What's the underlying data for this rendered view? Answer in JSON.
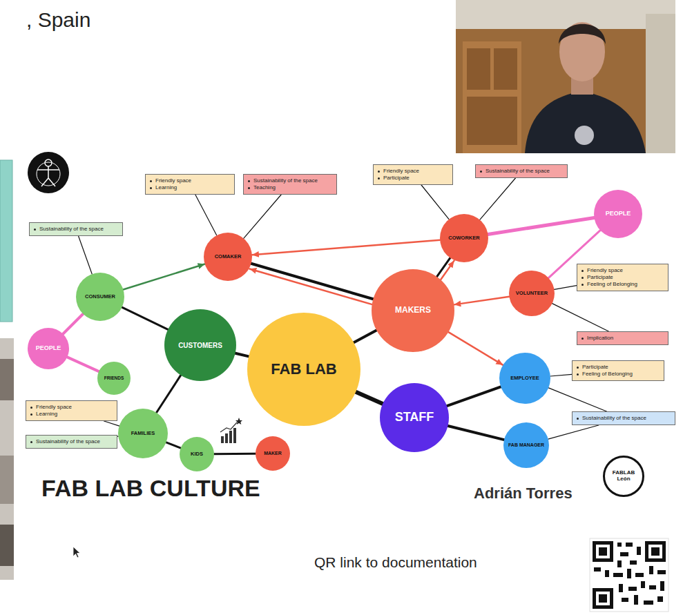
{
  "diagram": {
    "title": ", Spain",
    "nodes": [
      {
        "text": [
          "Friendly space",
          "Learning"
        ]
      },
      {
        "text": [
          "Sustainability of the space",
          "Teaching"
        ]
      },
      {
        "text": [
          "Friendly space",
          "Participate"
        ]
      },
      {
        "text": [
          "Sustainability of the space"
        ]
      },
      {
        "text": [
          "PEOPLE"
        ]
      },
      {
        "text": [
          "Sustainability of the space"
        ]
      },
      {
        "text": [
          "COWORKER"
        ]
      },
      {
        "text": [
          "COMAKER"
        ]
      },
      {
        "text": [
          "VOLUNTEER"
        ]
      },
      {
        "text": [
          "Friendly space",
          "Participate",
          "Feeling of Belonging"
        ]
      },
      {
        "text": [
          "CONSUMER"
        ]
      },
      {
        "text": [
          "MAKERS"
        ]
      },
      {
        "text": [
          "Implication"
        ]
      },
      {
        "text": [
          "CUSTOMERS"
        ]
      },
      {
        "text": [
          "PEOPLE"
        ]
      },
      {
        "text": [
          "FAB LAB"
        ]
      },
      {
        "text": [
          "Participate",
          "Feeling of Belonging"
        ]
      },
      {
        "text": [
          "FRIENDS"
        ]
      },
      {
        "text": [
          "EMPLOYEE"
        ]
      },
      {
        "text": [
          "Friendly space",
          "Learning"
        ]
      },
      {
        "text": [
          "STAFF"
        ]
      },
      {
        "text": [
          "Sustainability of the space"
        ]
      },
      {
        "text": [
          "FAMILIES"
        ]
      },
      {
        "text": [
          "Sustainability of the space"
        ]
      },
      {
        "text": [
          "FAB MANAGER"
        ]
      },
      {
        "text": [
          "KIDS"
        ]
      },
      {
        "text": [
          "MAKER"
        ]
      },
      {
        "text": [
          "FABLAB",
          "León"
        ]
      }
    ],
    "edges": [
      {
        "from": 15,
        "to": 13,
        "arrow": "none"
      },
      {
        "from": 15,
        "to": 11,
        "arrow": "none"
      },
      {
        "from": 15,
        "to": 20,
        "arrow": "none"
      },
      {
        "from": 13,
        "to": 10,
        "arrow": "none"
      },
      {
        "from": 13,
        "to": 22,
        "arrow": "none"
      },
      {
        "from": 10,
        "to": 7,
        "arrow": "to"
      },
      {
        "from": 7,
        "to": 11,
        "arrow": "none"
      },
      {
        "from": 11,
        "to": 7,
        "arrow": "to"
      },
      {
        "from": 6,
        "to": 7,
        "arrow": "to"
      },
      {
        "from": 11,
        "to": 6,
        "arrow": "to"
      },
      {
        "from": 11,
        "to": 6,
        "arrow": "none"
      },
      {
        "from": 8,
        "to": 11,
        "arrow": "to"
      },
      {
        "from": 11,
        "to": 18,
        "arrow": "to"
      },
      {
        "from": 4,
        "to": 6,
        "arrow": "none"
      },
      {
        "from": 4,
        "to": 8,
        "arrow": "none"
      },
      {
        "from": 14,
        "to": 10,
        "arrow": "none"
      },
      {
        "from": 14,
        "to": 17,
        "arrow": "none"
      },
      {
        "from": 22,
        "to": 25,
        "arrow": "none"
      },
      {
        "from": 25,
        "to": 26,
        "arrow": "none"
      },
      {
        "from": 20,
        "to": 18,
        "arrow": "none"
      },
      {
        "from": 20,
        "to": 24,
        "arrow": "none"
      },
      {
        "from": 7,
        "to": 0,
        "arrow": "none"
      },
      {
        "from": 7,
        "to": 1,
        "arrow": "none"
      },
      {
        "from": 10,
        "to": 5,
        "arrow": "none"
      },
      {
        "from": 6,
        "to": 2,
        "arrow": "none"
      },
      {
        "from": 6,
        "to": 3,
        "arrow": "none"
      },
      {
        "from": 8,
        "to": 9,
        "arrow": "none"
      },
      {
        "from": 8,
        "to": 12,
        "arrow": "none"
      },
      {
        "from": 18,
        "to": 16,
        "arrow": "none"
      },
      {
        "from": 18,
        "to": 21,
        "arrow": "none"
      },
      {
        "from": 24,
        "to": 21,
        "arrow": "none"
      },
      {
        "from": 22,
        "to": 19,
        "arrow": "none"
      },
      {
        "from": 22,
        "to": 23,
        "arrow": "none"
      }
    ],
    "labels": [
      "FAB LAB CULTURE",
      "Adrián Torres",
      "QR link to documentation"
    ]
  }
}
